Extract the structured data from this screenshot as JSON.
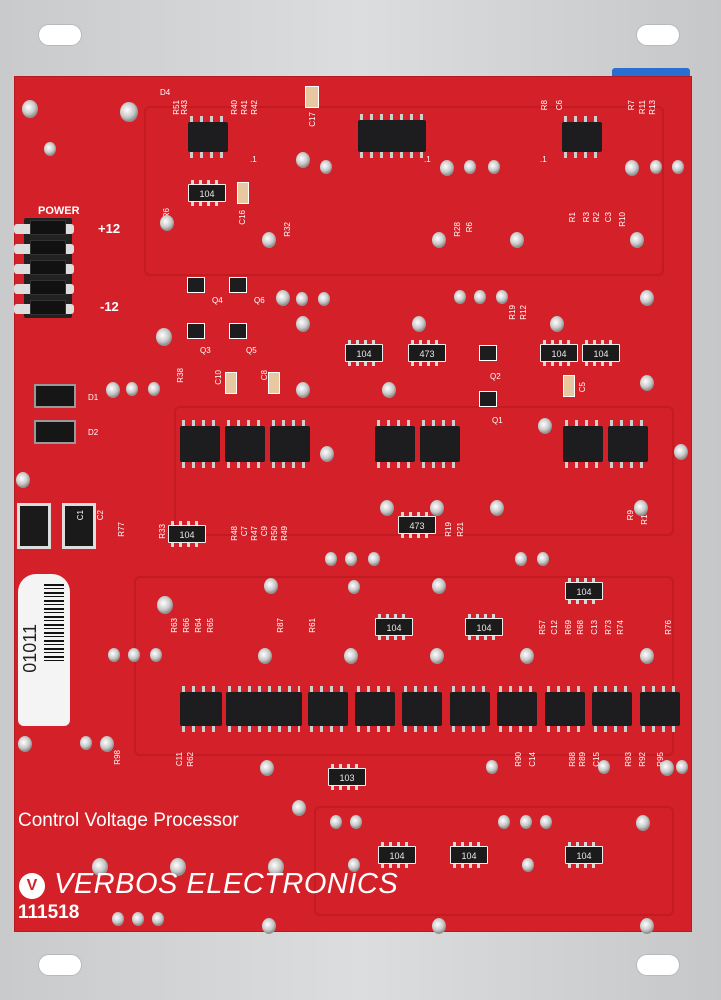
{
  "board": {
    "title": "Control Voltage Processor",
    "brand": "VERBOS ELECTRONICS",
    "brand_logo": "V",
    "date_code": "111518",
    "serial_sticker": "01011",
    "power": {
      "label": "POWER",
      "plus": "+12",
      "minus": "-12"
    },
    "colors": {
      "pcb": "#d42028",
      "panel": "#d0d1d3",
      "accent": "#2a6fd0"
    }
  },
  "resistor_networks": [
    "104",
    "473",
    "104",
    "104",
    "104",
    "473",
    "104",
    "104",
    "104",
    "103",
    "104",
    "104",
    "104"
  ],
  "labels": [
    "D4",
    "R51",
    "R43",
    "R40",
    "R41",
    "R42",
    "C17",
    "R8",
    "C6",
    "R7",
    "R11",
    "R13",
    ".1",
    ".1",
    ".1",
    "C16",
    "R6",
    "R32",
    "R28",
    "R6",
    "R1",
    "R3",
    "R2",
    "C3",
    "R10",
    "Q4",
    "Q6",
    "Q3",
    "Q5",
    "R19",
    "R12",
    "Q2",
    "Q1",
    "C10",
    "C8",
    "R38",
    "C5",
    "D1",
    "D2",
    "R77",
    "C1",
    "C2",
    "R33",
    "R48",
    "C7",
    "R47",
    "C9",
    "R50",
    "R49",
    "R19",
    "R21",
    "R9",
    "R14",
    "R63",
    "R66",
    "R64",
    "R65",
    "R87",
    "R61",
    "R57",
    "C12",
    "R69",
    "R68",
    "C13",
    "R73",
    "R74",
    "R76",
    "R98",
    "C11",
    "R62",
    "R90",
    "C14",
    "R88",
    "R89",
    "C15",
    "R93",
    "R92",
    "R95"
  ]
}
